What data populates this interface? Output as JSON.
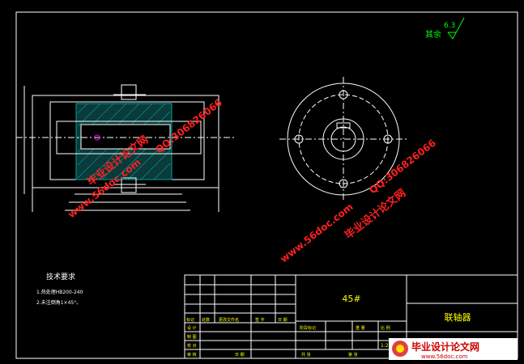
{
  "drawing": {
    "roughness": {
      "prefix": "其余",
      "value": "6.3"
    },
    "technical_requirements": {
      "title": "技术要求",
      "items": [
        "1.热处理HB200-240",
        "2.未注倒角1×45°。"
      ]
    },
    "title_block": {
      "material": "45#",
      "part_name": "联轴器",
      "quantity": "1:2",
      "labels": {
        "row1": [
          "标记",
          "处数",
          "更改文件名",
          "签 字",
          "日 期"
        ],
        "design": "设 计",
        "draw": "制 图",
        "check": "校 对",
        "review": "审 核",
        "stage": "阶段标记",
        "weight": "重 量",
        "scale": "比 例",
        "date": "日 期",
        "sheet_total": "共   张",
        "sheet_no": "第   张"
      }
    }
  },
  "watermarks": [
    "毕业设计论文网",
    "QQ:306826066",
    "www.56doc.com"
  ],
  "logo": {
    "name": "毕业设计论文网",
    "url": "www.56doc.com"
  },
  "colors": {
    "background": "#000000",
    "outline": "#ffffff",
    "text": "#ffff00",
    "green": "#00ff00",
    "hatch": "#00a0a0",
    "watermark": "#ff2020",
    "highlight": "#ff00ff"
  }
}
